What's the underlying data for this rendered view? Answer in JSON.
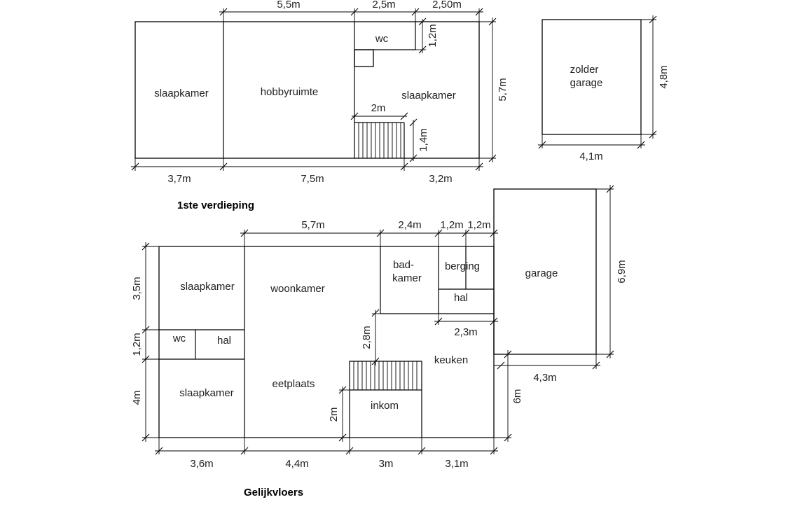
{
  "floors": {
    "upper": {
      "title": "1ste verdieping",
      "rooms": {
        "slaapkamer_left": "slaapkamer",
        "hobbyruimte": "hobbyruimte",
        "wc": "wc",
        "slaapkamer_right": "slaapkamer"
      },
      "dims": {
        "top_1": "5,5m",
        "top_2": "2,5m",
        "top_3": "2,50m",
        "wc_h": "1,2m",
        "height": "5,7m",
        "stair_w": "2m",
        "stair_h": "1,4m",
        "bottom_1": "3,7m",
        "bottom_2": "7,5m",
        "bottom_3": "3,2m"
      }
    },
    "attic_garage": {
      "label_line1": "zolder",
      "label_line2": "garage",
      "dims": {
        "height": "4,8m",
        "width": "4,1m"
      }
    },
    "ground": {
      "title": "Gelijkvloers",
      "rooms": {
        "slaapkamer_top": "slaapkamer",
        "woonkamer": "woonkamer",
        "badkamer_1": "bad-",
        "badkamer_2": "kamer",
        "berging": "berging",
        "hal_right": "hal",
        "wc": "wc",
        "hal_left": "hal",
        "slaapkamer_bottom": "slaapkamer",
        "eetplaats": "eetplaats",
        "inkom": "inkom",
        "keuken": "keuken",
        "garage": "garage"
      },
      "dims": {
        "top_1": "5,7m",
        "top_2": "2,4m",
        "top_3": "1,2m",
        "top_4": "1,2m",
        "left_1": "3,5m",
        "left_2": "1,2m",
        "left_3": "4m",
        "stair_h": "2,8m",
        "inkom_h": "2m",
        "hal_w": "2,3m",
        "garage_h": "6,9m",
        "garage_w": "4,3m",
        "keuken_h": "6m",
        "bottom_1": "3,6m",
        "bottom_2": "4,4m",
        "bottom_3": "3m",
        "bottom_4": "3,1m"
      }
    }
  }
}
